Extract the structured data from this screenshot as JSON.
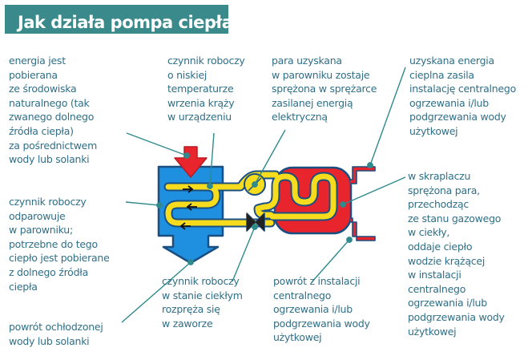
{
  "title": "Jak działa pompa ciepła?",
  "labels": {
    "energy_source": "energia jest\npobierana\nze środowiska\nnaturalnego (tak\nzwanego dolnego\nźródła ciepła)\nza pośrednictwem\nwody lub solanki",
    "refrigerant_low_temp": "czynnik roboczy\no niskiej\ntemperaturze\nwrzenia krąży\nw urządzeniu",
    "vapor_compressed": "para uzyskana\nw parowniku zostaje\nsprężona w sprężarce\nzasilanej energią\nelektryczną",
    "energy_obtained": "uzyskana energia\ncieplna zasila\ninstalację centralnego\nogrzewania i/lub\npodgrzewania wody\nużytkowej",
    "evaporation": "czynnik roboczy\nodparowuje\nw parowniku;\npotrzebne do tego\nciepło jest pobierane\nz dolnego źródła\nciepła",
    "condenser": "w skraplaczu\nsprężona para,\nprzechodząc\nze stanu gazowego\nw ciekły,\noddaje ciepło\nwodzie krążącej\nw instalacji\ncentralnego\nogrzewania i/lub\npodgrzewania wody\nużytkowej",
    "liquid_expansion": "czynnik roboczy\nw stanie ciekłym\nrozpręża się\nw zaworze",
    "return_heating": "powrót z instalacji\ncentralnego\nogrzewania i/lub\npodgrzewania wody\nużytkowej",
    "return_cooled": "powrót ochłodzonej\nwody lub solanki"
  },
  "colors": {
    "title_bg": "#3a8a8c",
    "label_text": "#2f6f87",
    "evaporator": "#1f8fe0",
    "condenser": "#e8242c",
    "refrigerant": "#f7dc1e",
    "leader_line": "#2f8a8c"
  }
}
